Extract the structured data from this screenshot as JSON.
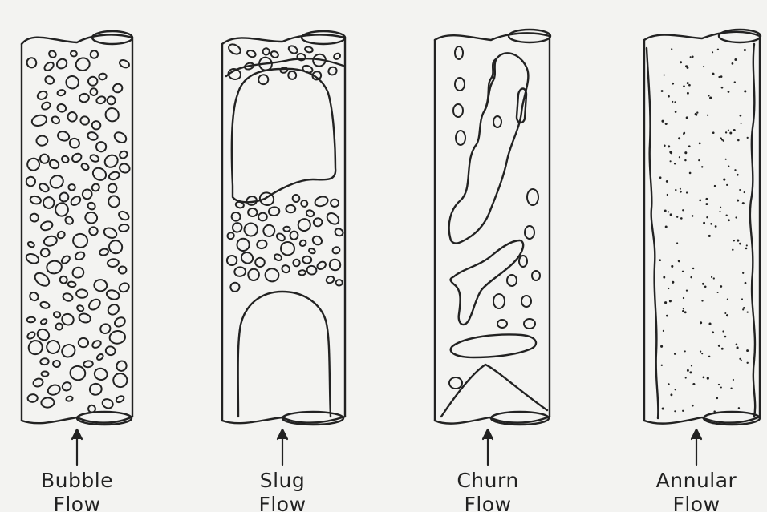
{
  "diagram": {
    "panels": [
      {
        "id": "bubble",
        "line1": "Bubble",
        "line2": "Flow"
      },
      {
        "id": "slug",
        "line1": "Slug",
        "line2": "Flow"
      },
      {
        "id": "churn",
        "line1": "Churn",
        "line2": "Flow"
      },
      {
        "id": "annular",
        "line1": "Annular",
        "line2": "Flow"
      }
    ],
    "colors": {
      "background": "#f3f3f1",
      "ink": "#222222"
    }
  }
}
